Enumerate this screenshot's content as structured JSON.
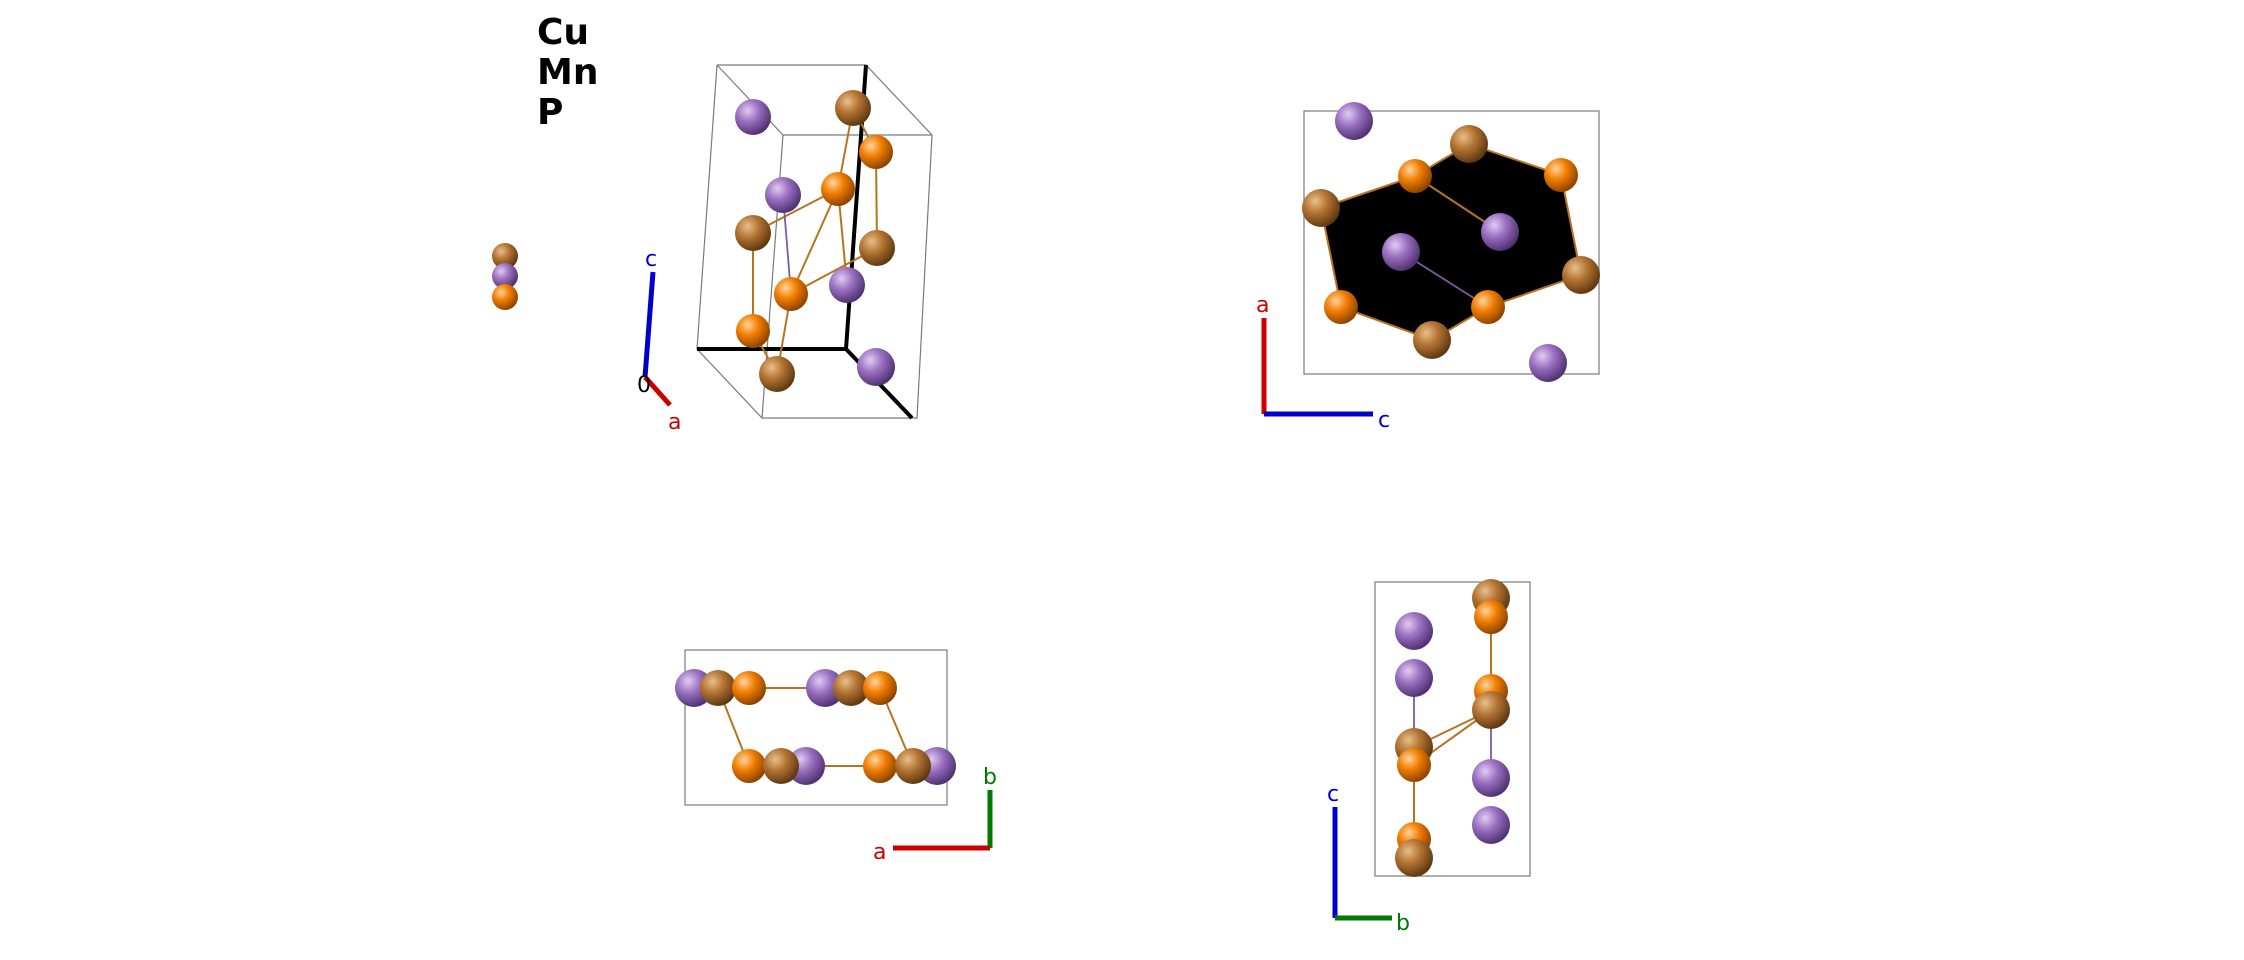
{
  "legend": {
    "elements": [
      {
        "symbol": "Cu",
        "color": "#a8682a"
      },
      {
        "symbol": "Mn",
        "color": "#9b6fc0"
      },
      {
        "symbol": "P",
        "color": "#f07d00"
      }
    ]
  },
  "axes": {
    "a": {
      "label": "a",
      "color": "#cc0000"
    },
    "b": {
      "label": "b",
      "color": "#007a00"
    },
    "c": {
      "label": "c",
      "color": "#0000cc"
    },
    "origin": {
      "label": "0",
      "color": "#000000"
    }
  },
  "views": [
    {
      "name": "perspective",
      "axes_shown": [
        "a",
        "c"
      ]
    },
    {
      "name": "view-along-b",
      "axes_shown": [
        "a",
        "c"
      ]
    },
    {
      "name": "view-along-c",
      "axes_shown": [
        "a",
        "b"
      ]
    },
    {
      "name": "view-along-a",
      "axes_shown": [
        "c",
        "b"
      ]
    }
  ]
}
